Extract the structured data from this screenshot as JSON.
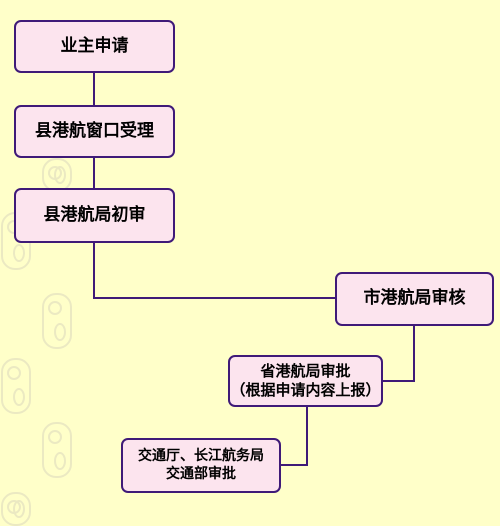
{
  "colors": {
    "background": "#FFFFC9",
    "box_fill": "#FCE4EE",
    "box_border": "#3F1A78",
    "connector": "#3F1A78",
    "watermark": "#E9E7C2"
  },
  "flow": {
    "step1": "业主申请",
    "step2": "县港航窗口受理",
    "step3": "县港航局初审",
    "step4": "市港航局审核",
    "step5": {
      "line1": "省港航局审批",
      "line2": "（根据申请内容上报）"
    },
    "step6": {
      "line1": "交通厅、长江航务局",
      "line2": "交通部审批"
    }
  }
}
